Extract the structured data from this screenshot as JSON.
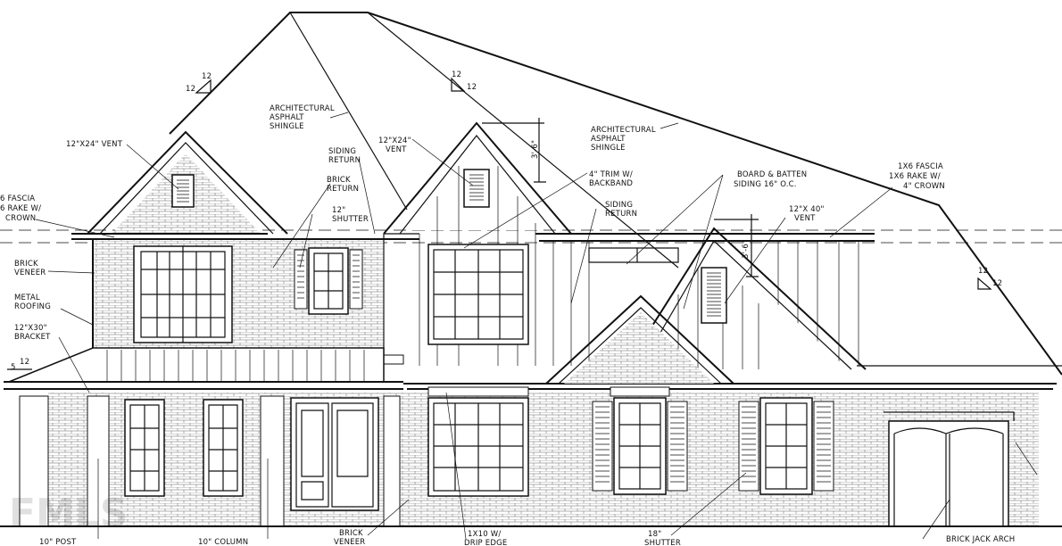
{
  "pitch_labels": [
    "12",
    "12",
    "12",
    "12",
    "12",
    "12",
    "5",
    "12"
  ],
  "callouts": {
    "roof_left": [
      "ARCHITECTURAL",
      "ASPHALT",
      "SHINGLE"
    ],
    "roof_right": [
      "ARCHITECTURAL",
      "ASPHALT",
      "SHINGLE"
    ],
    "vent_left": "12\"X24\" VENT",
    "vent_center": [
      "12\"X24\"",
      "VENT"
    ],
    "vent_right": [
      "12\"X 40\"",
      "VENT"
    ],
    "siding_return_1": [
      "SIDING",
      "RETURN"
    ],
    "siding_return_2": [
      "SIDING",
      "RETURN"
    ],
    "brick_return": [
      "BRICK",
      "RETURN"
    ],
    "shutter_12": [
      "12\"",
      "SHUTTER"
    ],
    "trim": [
      "4\" TRIM W/",
      "BACKBAND"
    ],
    "board_batten": [
      "BOARD & BATTEN",
      "SIDING 16\" O.C."
    ],
    "fascia_right": [
      "1X6 FASCIA",
      "1X6 RAKE W/",
      "4\" CROWN"
    ],
    "fascia_left": [
      "6 FASCIA",
      "6 RAKE W/",
      "CROWN"
    ],
    "brick_veneer_left": [
      "BRICK",
      "VENEER"
    ],
    "metal_roofing": [
      "METAL",
      "ROOFING"
    ],
    "bracket": [
      "12\"X30\"",
      "BRACKET"
    ],
    "dim_1": "3'-6\"",
    "dim_2": "3'-6\"",
    "post": "10\" POST",
    "column": "10\" COLUMN",
    "brick_veneer_bottom": [
      "BRICK",
      "VENEER"
    ],
    "drip_edge": [
      "1X10 W/",
      "DRIP EDGE"
    ],
    "shutter_18": [
      "18\"",
      "SHUTTER"
    ],
    "brick_jack_arch": "BRICK JACK ARCH"
  },
  "watermark": "FMLS"
}
